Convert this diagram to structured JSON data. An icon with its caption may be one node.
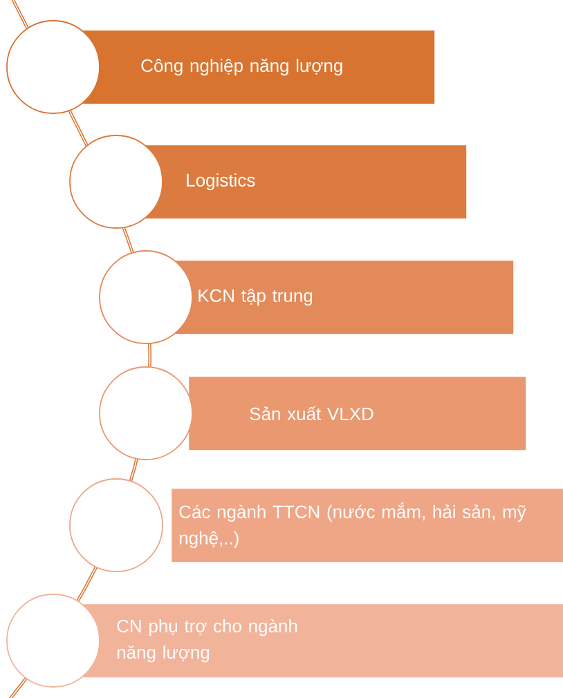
{
  "diagram": {
    "nodes": [
      {
        "text": [],
        "shape": "circle"
      },
      {
        "text": [
          "Công nghiệp năng lượng"
        ]
      },
      {
        "text": [],
        "shape": "circle"
      },
      {
        "text": [
          "Logistics"
        ]
      },
      {
        "text": [],
        "shape": "circle"
      },
      {
        "text": [
          "KCN tập trung"
        ]
      },
      {
        "text": [],
        "shape": "circle"
      },
      {
        "text": [
          "Sản xuất VLXD"
        ]
      },
      {
        "text": [],
        "shape": "circle"
      },
      {
        "text": [
          "Các ngành TTCN (nước mắm, hải sản, mỹ nghệ,..)"
        ]
      },
      {
        "text": [],
        "shape": "circle"
      },
      {
        "text": [
          "CN phụ trợ cho ngành năng lượng"
        ]
      }
    ]
  }
}
